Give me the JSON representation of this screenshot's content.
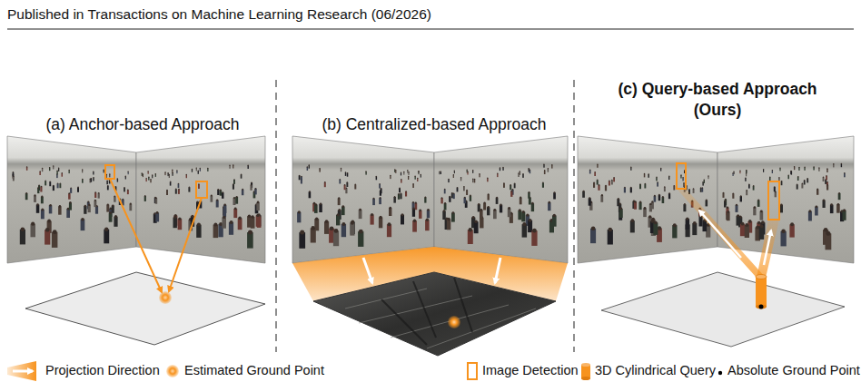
{
  "diagram": {
    "labels": [
      "Published in Transactions on Machine Learning Research (06/2026)",
      "(a) Anchor-based Approach",
      "(b) Centralized-based Approach",
      "(c) Query-based Approach (Ours)"
    ],
    "legend": [
      {
        "text": "Projection Direction"
      },
      {
        "text": "Estimated Ground Point"
      },
      {
        "text": "Image Detection"
      },
      {
        "text": "3D Cylindrical Query"
      },
      {
        "text": "Absolute Ground Point"
      }
    ]
  }
}
